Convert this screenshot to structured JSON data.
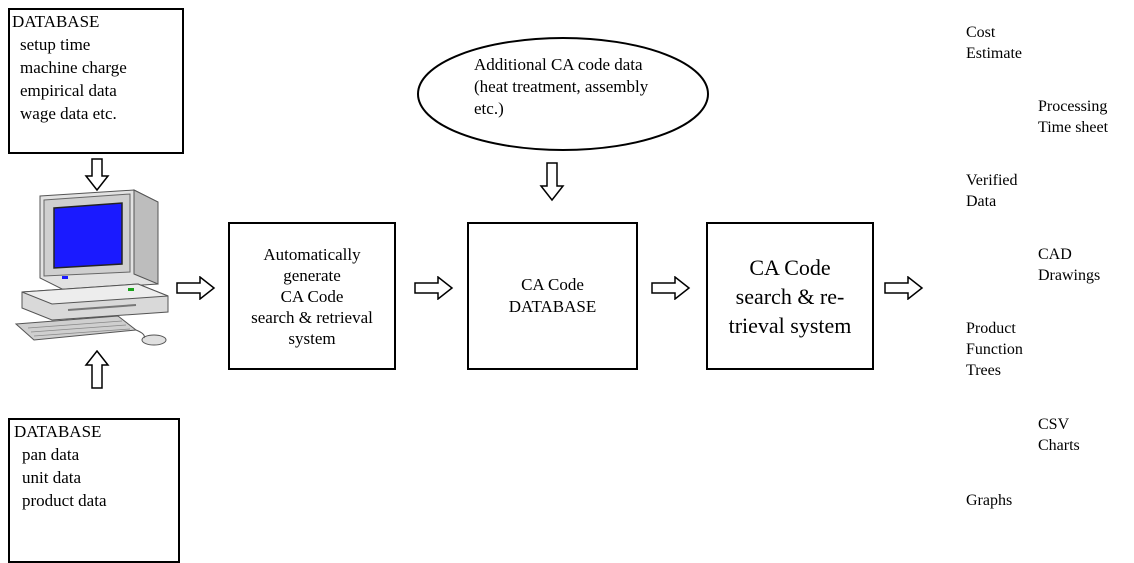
{
  "db_top": {
    "title": "DATABASE",
    "items": [
      "setup time",
      "machine charge",
      "empirical data",
      "wage data etc."
    ]
  },
  "db_bottom": {
    "title": "DATABASE",
    "items": [
      "pan data",
      "unit  data",
      "product data"
    ]
  },
  "ellipse": {
    "lines": [
      "Additional CA code",
      "data (heat treatment,",
      "assembly etc.)"
    ]
  },
  "box_generate": {
    "lines": [
      "Automatically",
      "generate",
      "CA Code",
      "search & retrieval",
      "system"
    ]
  },
  "box_database": {
    "lines": [
      "CA Code",
      "DATABASE"
    ]
  },
  "box_search": {
    "lines": [
      "CA Code",
      "search & re-",
      "trieval system"
    ]
  },
  "outputs": {
    "cost": [
      "Cost",
      "Estimate"
    ],
    "processing": [
      "Processing",
      "Time sheet"
    ],
    "verified": [
      "Verified",
      "Data"
    ],
    "cad": [
      "CAD",
      "Drawings"
    ],
    "product": [
      "Product",
      "Function",
      "Trees"
    ],
    "csv": [
      "CSV",
      "Charts"
    ],
    "graphs": [
      "Graphs"
    ]
  },
  "icons": {
    "computer": "desktop-computer-icon",
    "arrow_right": "hollow-arrow-right-icon",
    "arrow_down": "hollow-arrow-down-icon",
    "arrow_up": "hollow-arrow-up-icon"
  },
  "colors": {
    "screen": "#1a1aff",
    "computer_body": "#d9d9d9"
  }
}
